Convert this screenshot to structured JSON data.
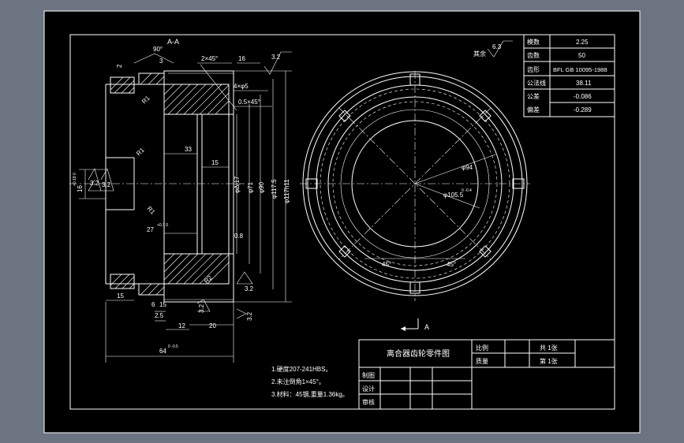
{
  "section_label": "A-A",
  "view_arrow_label": "A",
  "dims": {
    "angle_90": "90°",
    "d3": "3",
    "d2": "2",
    "r1a": "R1",
    "chamfer_2x45": "2×45°",
    "d16": "16",
    "holes_4x5": "4×φ5",
    "chamfer_05x45": "0.5×45°",
    "d33": "33",
    "d15": "15",
    "r1b": "R1",
    "r1c": "R1",
    "d27": "27",
    "d27_tol": "+0.1 0",
    "d0_8": "0.8",
    "dia_phi_a": "φΔ|17",
    "dia_phi_b": "φ71",
    "dia_phi_c": "φ90",
    "dia_phi_d": "φ117.5",
    "dia_phi_e": "φ117h11",
    "d16_left": "16",
    "d16_tol": "+0.18 0",
    "d15_bottom": "15",
    "d6": "6",
    "d15b": "15",
    "d2_5": "2.5",
    "d12": "12",
    "d20": "20",
    "d64": "64",
    "d64_tol": "0 -0.5",
    "r2": "R2",
    "phi94": "φ94",
    "phi105": "φ105.5",
    "phi105_tol": "0 -0.4",
    "angle45_l": "45°",
    "angle45_r": "45°"
  },
  "roughness": {
    "r32_top": "3.2",
    "r32_left1": "3.2",
    "r32_left2": "3.2",
    "r32_bottom1": "3.2",
    "r32_bottom2": "3.2",
    "r32_right": "3.2",
    "remaining_label": "其余",
    "remaining_value": "6.3"
  },
  "param_table": {
    "rows": [
      {
        "label": "模数",
        "value": "2.25"
      },
      {
        "label": "齿数",
        "value": "50"
      },
      {
        "label": "齿形",
        "value": "BFL GB 10095-1988"
      },
      {
        "label": "公法线",
        "value": "38.11"
      },
      {
        "label": "公差",
        "value": "-0.086"
      },
      {
        "label": "偏差",
        "value": "-0.289"
      }
    ]
  },
  "notes": [
    "1.硬度207-241HBS。",
    "2.未注倒角1×45°。",
    "3.材料：45钢,重量1.36kg。"
  ],
  "title_block": {
    "title": "离合器齿轮零件图",
    "scale_label": "比例",
    "qty_label": "共 1张",
    "weight_label": "质量",
    "sheet_label": "第 1张",
    "drawn_label": "制图",
    "design_label": "设计",
    "check_label": "审核"
  }
}
